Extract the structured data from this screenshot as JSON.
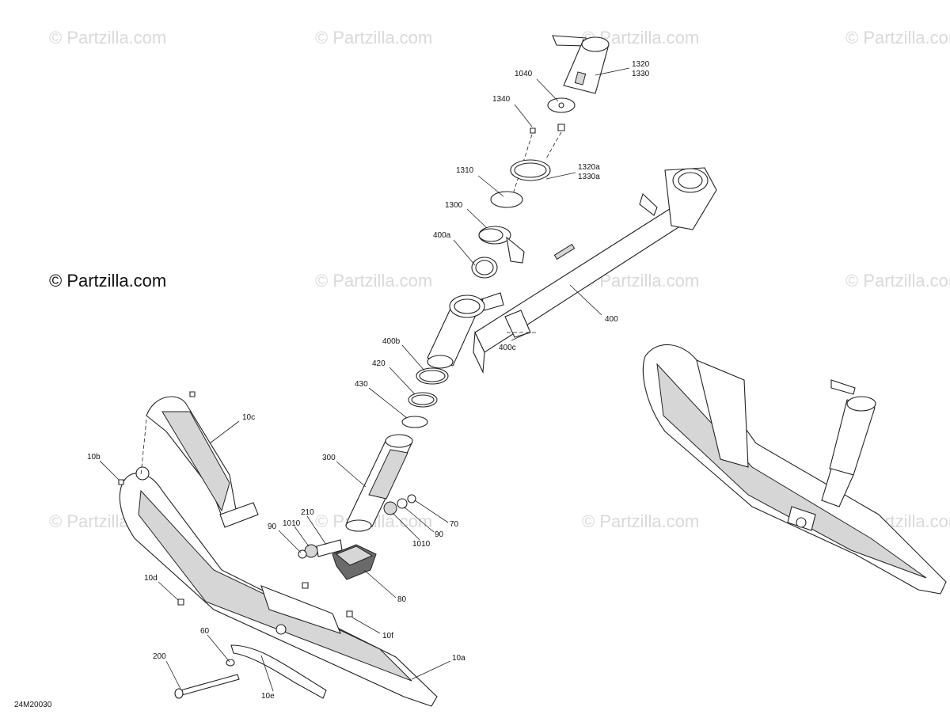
{
  "watermark": {
    "text": "© Partzilla.com",
    "brand_text": "© Partzilla.com"
  },
  "diagram_code": "24M20030",
  "callouts": {
    "c1320": "1320",
    "c1330": "1330",
    "c1040": "1040",
    "c1340": "1340",
    "c1320a": "1320a",
    "c1330a": "1330a",
    "c1310": "1310",
    "c1300": "1300",
    "c400a": "400a",
    "c400": "400",
    "c400b": "400b",
    "c400c": "400c",
    "c420": "420",
    "c430": "430",
    "c300": "300",
    "c10c": "10c",
    "c10b": "10b",
    "c210": "210",
    "c1010a": "1010",
    "c90a": "90",
    "c70": "70",
    "c90b": "90",
    "c1010b": "1010",
    "c80": "80",
    "c10d": "10d",
    "c10f": "10f",
    "c60": "60",
    "c200": "200",
    "c10a": "10a",
    "c10e": "10e"
  }
}
